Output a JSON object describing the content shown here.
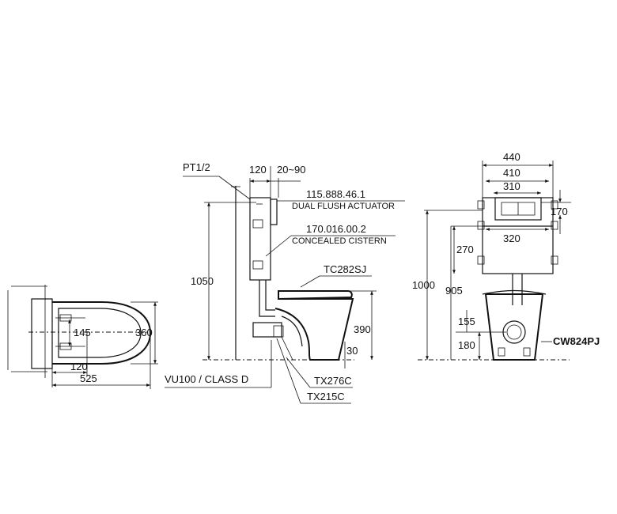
{
  "plan_view": {
    "dim_145": "145",
    "dim_360": "360",
    "dim_120": "120",
    "dim_525": "525"
  },
  "side_view": {
    "pt_label": "PT1/2",
    "dim_120": "120",
    "dim_20_90": "20~90",
    "dim_1050": "1050",
    "dim_390": "390",
    "dim_30": "30",
    "actuator_code": "115.888.46.1",
    "actuator_name": "DUAL FLUSH ACTUATOR",
    "cistern_code": "170.016.00.2",
    "cistern_name": "CONCEALED CISTERN",
    "seat_code": "TC282SJ",
    "valve_label": "VU100 / CLASS D",
    "part_tx276": "TX276C",
    "part_tx215": "TX215C"
  },
  "front_view": {
    "dim_440": "440",
    "dim_410": "410",
    "dim_310": "310",
    "dim_170": "170",
    "dim_320": "320",
    "dim_270": "270",
    "dim_1000": "1000",
    "dim_905": "905",
    "dim_155": "155",
    "dim_180": "180",
    "model_code": "CW824PJ"
  }
}
